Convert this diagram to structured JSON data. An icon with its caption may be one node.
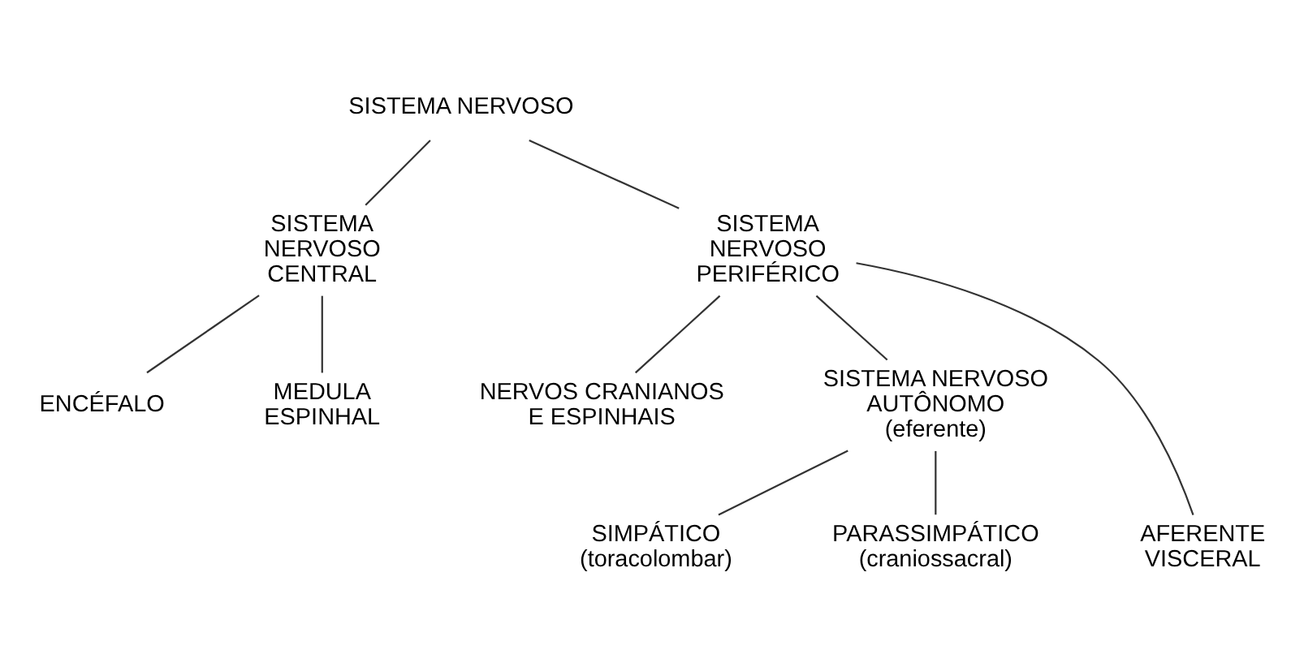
{
  "diagram": {
    "nodes": [
      {
        "text": [
          "SISTEMA NERVOSO"
        ]
      },
      {
        "text": [
          "SISTEMA NERVOSO CENTRAL"
        ]
      },
      {
        "text": [
          "SISTEMA NERVOSO PERIFÉRICO"
        ]
      },
      {
        "text": [
          "ENCÉFALO"
        ]
      },
      {
        "text": [
          "MEDULA ESPINHAL"
        ]
      },
      {
        "text": [
          "NERVOS CRANIANOS E ESPINHAIS"
        ]
      },
      {
        "text": [
          "SISTEMA NERVOSO AUTÔNOMO (eferente)"
        ]
      },
      {
        "text": [
          "AFERENTE VISCERAL"
        ]
      },
      {
        "text": [
          "SIMPÁTICO (toracolombar)"
        ]
      },
      {
        "text": [
          "PARASSIMPÁTICO (craniossacral)"
        ]
      }
    ],
    "edges": [
      {
        "from": 0,
        "to": 1,
        "arrow": "none"
      },
      {
        "from": 0,
        "to": 2,
        "arrow": "none"
      },
      {
        "from": 1,
        "to": 3,
        "arrow": "none"
      },
      {
        "from": 1,
        "to": 4,
        "arrow": "none"
      },
      {
        "from": 2,
        "to": 5,
        "arrow": "none"
      },
      {
        "from": 2,
        "to": 7,
        "arrow": "none"
      },
      {
        "from": 2,
        "to": 6,
        "arrow": "none"
      },
      {
        "from": 6,
        "to": 8,
        "arrow": "none"
      },
      {
        "from": 6,
        "to": 9,
        "arrow": "none"
      }
    ]
  }
}
